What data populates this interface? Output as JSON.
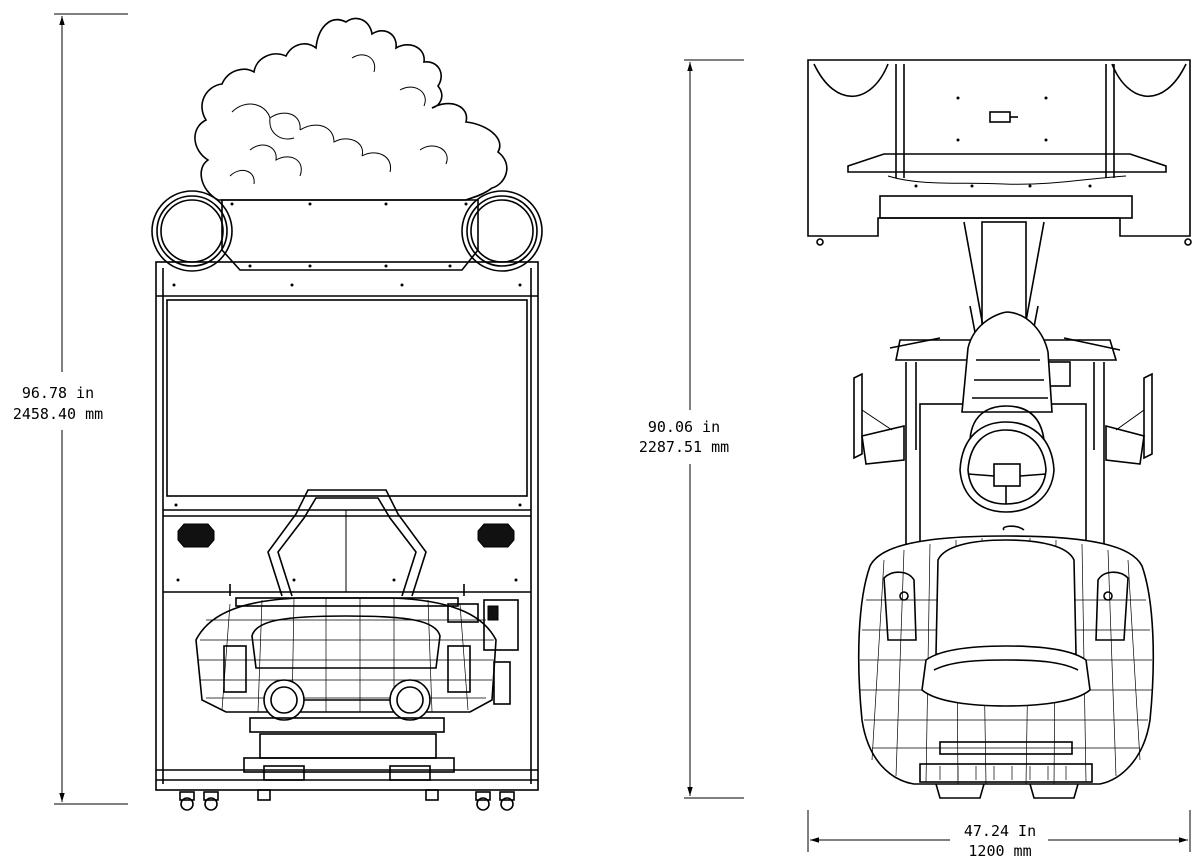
{
  "front_view": {
    "height_in": "96.78 in",
    "height_mm": "2458.40 mm"
  },
  "side_view": {
    "height_in": "90.06 in",
    "height_mm": "2287.51 mm",
    "width_in": "47.24 In",
    "width_mm": "1200  mm"
  }
}
